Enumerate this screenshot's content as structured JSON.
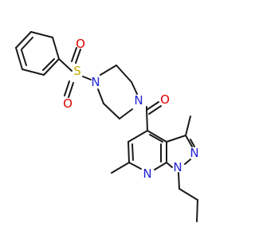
{
  "molecule": {
    "colors": {
      "bond": "#1a1a1a",
      "N": "#2323d6",
      "O": "#e00000",
      "S": "#c9a800"
    },
    "atoms": [
      {
        "id": "S",
        "label": "S",
        "element": "S"
      },
      {
        "id": "O1",
        "label": "O",
        "element": "O"
      },
      {
        "id": "O2",
        "label": "O",
        "element": "O"
      },
      {
        "id": "N1",
        "label": "N",
        "element": "N"
      },
      {
        "id": "N2",
        "label": "N",
        "element": "N"
      },
      {
        "id": "O3",
        "label": "O",
        "element": "O"
      },
      {
        "id": "N3",
        "label": "N",
        "element": "N"
      },
      {
        "id": "N4",
        "label": "N",
        "element": "N"
      },
      {
        "id": "N5",
        "label": "N",
        "element": "N"
      }
    ]
  }
}
